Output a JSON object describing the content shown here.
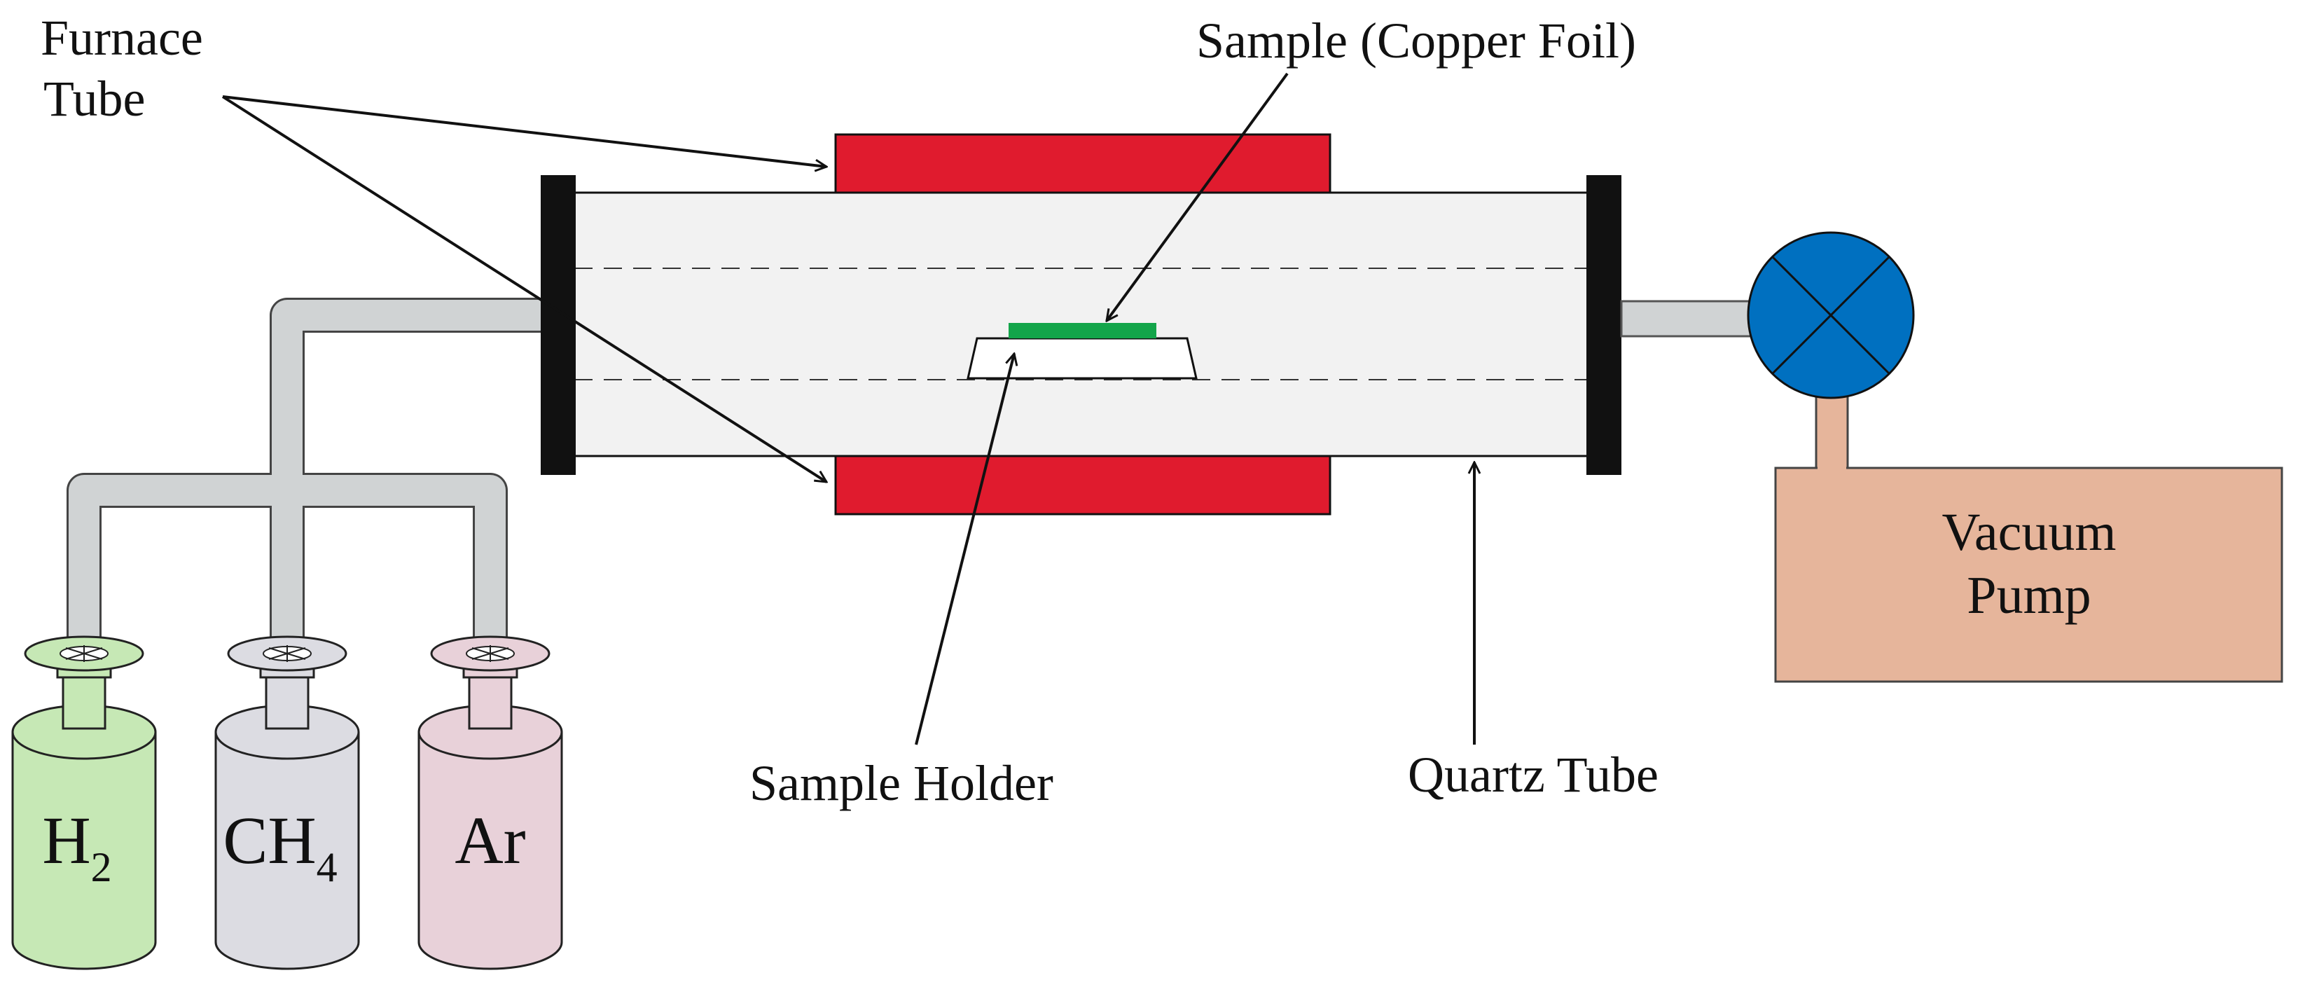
{
  "labels": {
    "furnace_tube_line1": "Furnace",
    "furnace_tube_line2": "Tube",
    "sample": "Sample (Copper Foil)",
    "sample_holder": "Sample Holder",
    "quartz_tube": "Quartz Tube",
    "vacuum_pump_line1": "Vacuum",
    "vacuum_pump_line2": "Pump"
  },
  "gases": [
    {
      "symbol": "H",
      "subscript": "2",
      "color": "#c6e8b5",
      "neck_color": "#c6e8b5"
    },
    {
      "symbol": "CH",
      "subscript": "4",
      "color": "#dcdce2",
      "neck_color": "#dcdce2"
    },
    {
      "symbol": "Ar",
      "subscript": "",
      "color": "#e8d1d9",
      "neck_color": "#e8d1d9"
    }
  ],
  "colors": {
    "furnace": "#e01b2e",
    "quartz_tube": "#f2f2f2",
    "end_cap": "#111111",
    "sample": "#13a54a",
    "valve": "#0070c0",
    "pump": "#e6b59b",
    "pipe": "#d0d3d4"
  }
}
